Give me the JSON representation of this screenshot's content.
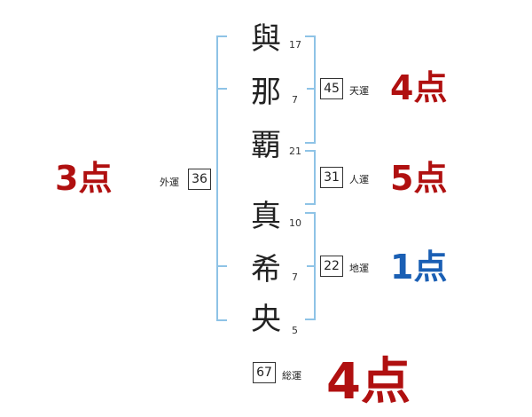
{
  "characters": [
    {
      "char": "與",
      "strokes": "17"
    },
    {
      "char": "那",
      "strokes": "7"
    },
    {
      "char": "覇",
      "strokes": "21"
    },
    {
      "char": "真",
      "strokes": "10"
    },
    {
      "char": "希",
      "strokes": "7"
    },
    {
      "char": "央",
      "strokes": "5"
    }
  ],
  "tenun": {
    "label": "天運",
    "value": "45",
    "score": "4点",
    "color": "#b01010"
  },
  "jinun": {
    "label": "人運",
    "value": "31",
    "score": "5点",
    "color": "#b01010"
  },
  "chiun": {
    "label": "地運",
    "value": "22",
    "score": "1点",
    "color": "#1a5fb4"
  },
  "gaiun": {
    "label": "外運",
    "value": "36",
    "score": "3点",
    "color": "#b01010"
  },
  "souun": {
    "label": "総運",
    "value": "67",
    "score": "4点",
    "color": "#b01010"
  }
}
